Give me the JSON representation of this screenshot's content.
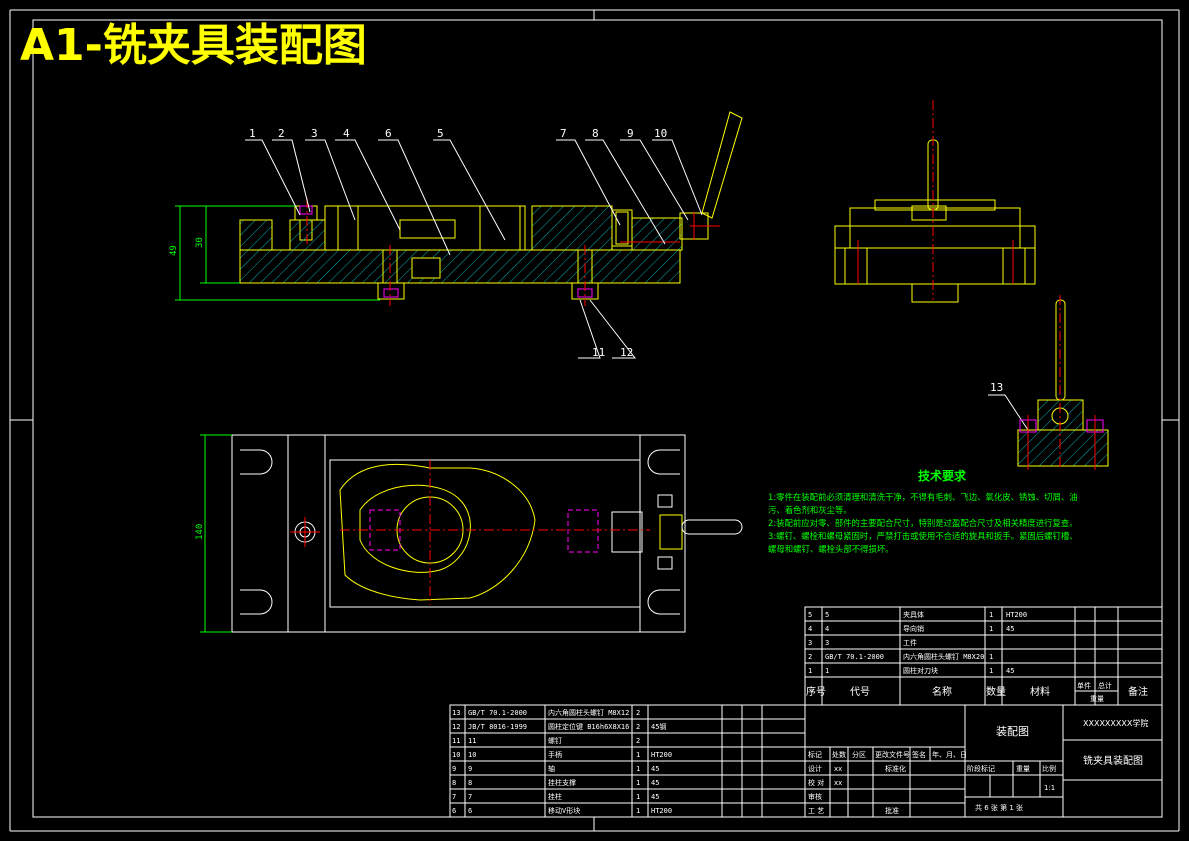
{
  "title": "A1-铣夹具装配图",
  "part_numbers": [
    "1",
    "2",
    "3",
    "4",
    "6",
    "5",
    "7",
    "8",
    "9",
    "10",
    "11",
    "12",
    "13"
  ],
  "dimensions": {
    "front_height_outer": "49",
    "front_height_inner": "30",
    "plan_width": "140"
  },
  "tech_requirements": {
    "heading": "技术要求",
    "lines": [
      "1:零件在装配前必须清理和清洗干净，不得有毛刺、飞边、氧化皮、锈蚀、切屑、油",
      "污、着色剂和灰尘等。",
      "2:装配前应对零、部件的主要配合尺寸，特别是过盈配合尺寸及相关精度进行复查。",
      "3:螺钉、螺栓和螺母紧固时，严禁打击或使用不合适的旋具和扳手。紧固后螺钉槽、",
      "螺母和螺钉、螺栓头部不得损坏。"
    ]
  },
  "bom_upper": {
    "rows": [
      {
        "no": "5",
        "code": "5",
        "name": "夹具体",
        "qty": "1",
        "material": "HT200"
      },
      {
        "no": "4",
        "code": "4",
        "name": "导向销",
        "qty": "1",
        "material": "45"
      },
      {
        "no": "3",
        "code": "3",
        "name": "工件",
        "qty": "",
        "material": ""
      },
      {
        "no": "2",
        "code": "GB/T 70.1-2000",
        "name": "内六角圆柱头螺钉 M8X20",
        "qty": "1",
        "material": ""
      },
      {
        "no": "1",
        "code": "1",
        "name": "圆柱对刀块",
        "qty": "1",
        "material": "45"
      }
    ],
    "header": {
      "no": "序号",
      "code": "代号",
      "name": "名称",
      "qty": "数量",
      "material": "材料",
      "unit_weight": "单件",
      "total_weight": "总计",
      "weight": "重量",
      "remark": "备注"
    }
  },
  "bom_lower": {
    "rows": [
      {
        "no": "13",
        "code": "GB/T 70.1-2000",
        "name": "内六角圆柱头螺钉 M8X12",
        "qty": "2",
        "material": ""
      },
      {
        "no": "12",
        "code": "JB/T 8016-1999",
        "name": "圆柱定位键 B16h6X8X16",
        "qty": "2",
        "material": "45钢"
      },
      {
        "no": "11",
        "code": "11",
        "name": "螺钉",
        "qty": "2",
        "material": ""
      },
      {
        "no": "10",
        "code": "10",
        "name": "手柄",
        "qty": "1",
        "material": "HT200"
      },
      {
        "no": "9",
        "code": "9",
        "name": "轴",
        "qty": "1",
        "material": "45"
      },
      {
        "no": "8",
        "code": "8",
        "name": "挂柱支撑",
        "qty": "1",
        "material": "45"
      },
      {
        "no": "7",
        "code": "7",
        "name": "挂柱",
        "qty": "1",
        "material": "45"
      },
      {
        "no": "6",
        "code": "6",
        "name": "移动V形块",
        "qty": "1",
        "material": "HT200"
      }
    ]
  },
  "title_block": {
    "drawing_type": "装配图",
    "school": "XXXXXXXXX学院",
    "drawing_name": "铣夹具装配图",
    "mark_row": [
      "标记",
      "处数",
      "分区",
      "更改文件号",
      "签名",
      "年、月、日"
    ],
    "design": "设计",
    "design_val": "xx",
    "standard": "标准化",
    "check": "校 对",
    "check_val": "xx",
    "review": "审核",
    "process": "工 艺",
    "approve": "批准",
    "stage_row": [
      "阶段标记",
      "重量",
      "比例"
    ],
    "scale": "1:1",
    "sheets": "共 6 张  第 1 张"
  },
  "colors": {
    "frame": "#ffffff",
    "title": "#ffff00",
    "part_line": "#ffff00",
    "hatch": "#00c0c0",
    "center": "#ff0000",
    "dim": "#00ff00",
    "tech": "#00ff00",
    "hidden": "#ff00ff"
  }
}
